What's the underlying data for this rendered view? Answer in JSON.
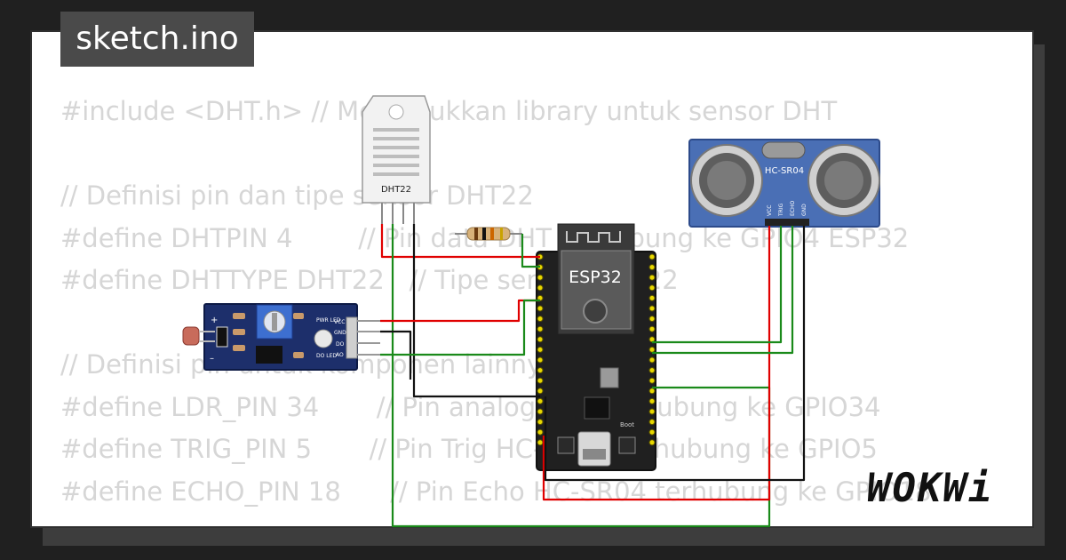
{
  "file_tab": {
    "title": "sketch.ino"
  },
  "code_lines": [
    "#include <DHT.h> // Memasukkan library untuk sensor DHT",
    "",
    "// Definisi pin dan tipe sensor DHT22",
    "#define DHTPIN 4        // Pin data DHT terhubung ke GPIO4 ESP32",
    "#define DHTTYPE DHT22   // Tipe sensor DHT22",
    "",
    "// Definisi pin untuk komponen lainnya",
    "#define LDR_PIN 34       // Pin analog LDR terhubung ke GPIO34",
    "#define TRIG_PIN 5       // Pin Trig HC-SR04 terhubung ke GPIO5",
    "#define ECHO_PIN 18      // Pin Echo HC-SR04 terhubung ke GPIO18"
  ],
  "brand": {
    "logo_text": "WOKWi"
  },
  "components": {
    "dht22": {
      "label": "DHT22"
    },
    "esp32": {
      "label": "ESP32",
      "boot_label": "Boot"
    },
    "hcsr04": {
      "label": "HC-SR04",
      "pins": [
        "VCC",
        "TRIG",
        "ECHO",
        "GND"
      ]
    },
    "ldr_module": {
      "pins": [
        "VCC",
        "GND",
        "DO",
        "AO"
      ],
      "pwr_led_label": "PWR LED",
      "do_led_label": "DO LED",
      "plus": "+",
      "minus": "–"
    }
  },
  "colors": {
    "wire_red": "#e00000",
    "wire_green": "#1a8a1a",
    "wire_black": "#111111",
    "board_blue": "#1d2f6b",
    "sonar_blue": "#4a6fb5",
    "pin_yellow": "#e8d800"
  }
}
